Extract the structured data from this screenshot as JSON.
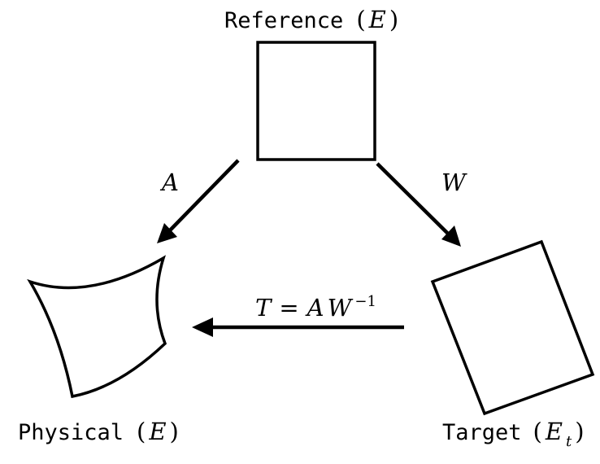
{
  "reference": {
    "word": "Reference",
    "open_paren": "(",
    "symbol": "E",
    "bar": "¯",
    "close_paren": ")"
  },
  "physical": {
    "word": "Physical",
    "open_paren": "(",
    "symbol": "E",
    "close_paren": ")"
  },
  "target": {
    "word": "Target",
    "open_paren": "(",
    "symbol": "E",
    "subscript": "t",
    "close_paren": ")"
  },
  "maps": {
    "a_label": "A",
    "w_label": "W",
    "t_label": "T",
    "t_equals": "=",
    "t_rhs_a": "A",
    "t_rhs_w": "W",
    "t_rhs_exp": "−1"
  }
}
